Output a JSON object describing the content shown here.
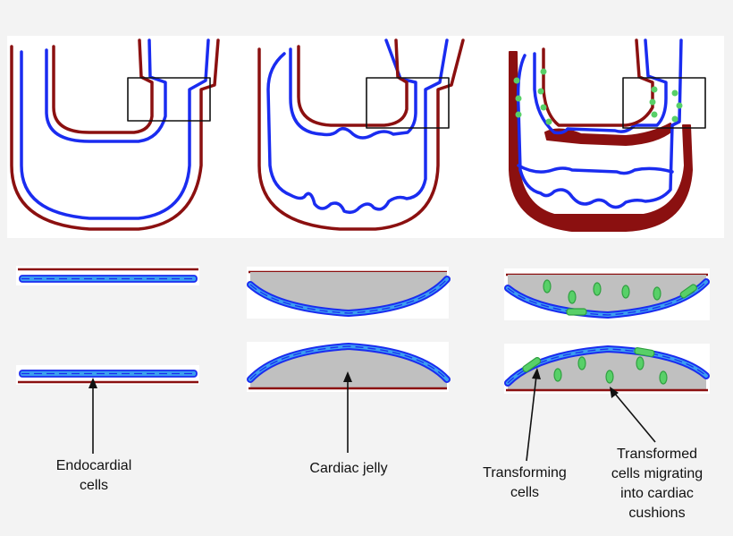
{
  "labels": {
    "endocardial_cells": [
      "Endocardial",
      "cells"
    ],
    "cardiac_jelly": [
      "Cardiac jelly"
    ],
    "transforming_cells": [
      "Transforming",
      "cells"
    ],
    "transformed_cells": [
      "Transformed",
      "cells migrating",
      "into cardiac",
      "cushions"
    ]
  },
  "colors": {
    "myocardium": "#8b1010",
    "endocardium_outline": "#1a2cf0",
    "endocardial_cell_fill": "#3c9ef0",
    "cardiac_jelly_fill": "#c0c0c0",
    "transforming_cell": "#58d068",
    "panel_background": "#ffffff",
    "page_background": "#f3f3f3"
  },
  "stages": [
    "stage-1-normal",
    "stage-2-cardiac-jelly",
    "stage-3-emt"
  ]
}
